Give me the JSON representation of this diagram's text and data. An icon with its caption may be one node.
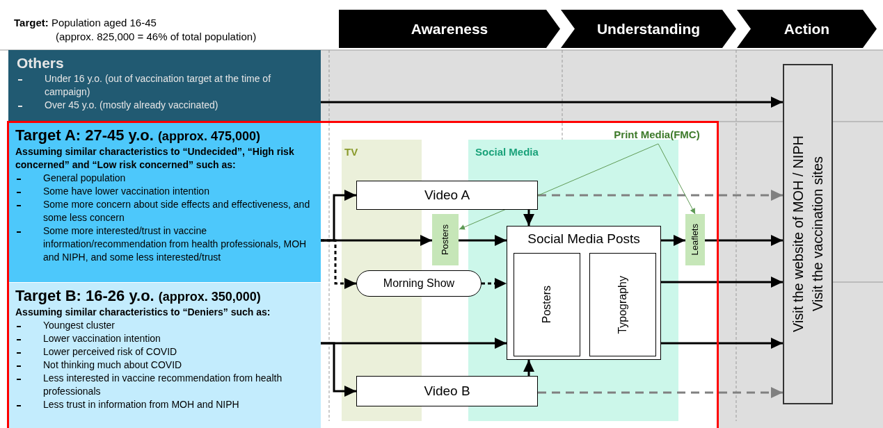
{
  "diagram": {
    "nodes": [
      {
        "text": [
          "Others",
          "Under 16 y.o. (out of vaccination target at the time of campaign)",
          "Over 45 y.o. (mostly already vaccinated)"
        ]
      },
      {
        "text": [
          "Target A: 27-45 y.o.",
          "(approx. 475,000)",
          "Assuming similar characteristics to “Undecided”, “High risk concerned” and “Low risk concerned” such as:",
          "General population",
          "Some have lower vaccination intention",
          "Some more concern about side effects and effectiveness, and some less concern",
          "Some more interested/trust in vaccine information/recommendation from health professionals, MOH and NIPH, and some less interested/trust"
        ]
      },
      {
        "text": [
          "Target B: 16-26 y.o.",
          "(approx. 350,000)",
          "Assuming similar characteristics to “Deniers” such as:",
          "Youngest cluster",
          "Lower vaccination intention",
          "Lower perceived risk of COVID",
          "Not thinking much about COVID",
          "Less interested in vaccine recommendation from health professionals",
          "Less trust in information from MOH and NIPH"
        ]
      },
      {
        "text": [
          "Awareness"
        ]
      },
      {
        "text": [
          "Understanding"
        ]
      },
      {
        "text": [
          "Action"
        ]
      },
      {
        "text": [
          "Print Media(FMC)"
        ]
      },
      {
        "text": [
          "Video A"
        ]
      },
      {
        "text": [
          "Posters"
        ]
      },
      {
        "text": [
          "Social Media Posts"
        ]
      },
      {
        "text": [
          "Posters"
        ],
        "in": 9
      },
      {
        "text": [
          "Typography"
        ],
        "in": 9
      },
      {
        "text": [
          "Leaflets"
        ]
      },
      {
        "text": [
          "Morning Show"
        ]
      },
      {
        "text": [
          "Video B"
        ]
      },
      {
        "text": [
          "Visit the website of MOH / NIPH",
          "Visit the vaccination sites"
        ]
      }
    ],
    "edges": [
      {
        "from": 0,
        "to": 15,
        "arrow": "to"
      },
      {
        "from": 1,
        "to": 7,
        "arrow": "to"
      },
      {
        "from": 1,
        "to": 8,
        "arrow": "to"
      },
      {
        "from": 1,
        "to": 13,
        "arrow": "to",
        "style": "dashed"
      },
      {
        "from": 8,
        "to": 9,
        "arrow": "to"
      },
      {
        "from": 7,
        "to": 9,
        "arrow": "to"
      },
      {
        "from": 13,
        "to": 9,
        "arrow": "to",
        "style": "dashed"
      },
      {
        "from": 9,
        "to": 12,
        "arrow": "to"
      },
      {
        "from": 12,
        "to": 15,
        "arrow": "to"
      },
      {
        "from": 9,
        "to": 15,
        "arrow": "to"
      },
      {
        "from": 9,
        "to": 15,
        "arrow": "to"
      },
      {
        "from": 7,
        "to": 15,
        "arrow": "to",
        "style": "dashed",
        "color": "#808080"
      },
      {
        "from": 14,
        "to": 15,
        "arrow": "to",
        "style": "dashed",
        "color": "#808080"
      },
      {
        "from": 2,
        "to": 9,
        "arrow": "to"
      },
      {
        "from": 2,
        "to": 14,
        "arrow": "to"
      },
      {
        "from": 14,
        "to": 9,
        "arrow": "to"
      },
      {
        "from": 6,
        "to": 8,
        "arrow": "to",
        "color": "#5f9a55"
      },
      {
        "from": 6,
        "to": 12,
        "arrow": "to",
        "color": "#5f9a55"
      }
    ],
    "labels": [
      "**Target:** Population aged 16-45",
      "(approx. 825,000 = 46% of total population)",
      "TV",
      "Social Media"
    ]
  }
}
